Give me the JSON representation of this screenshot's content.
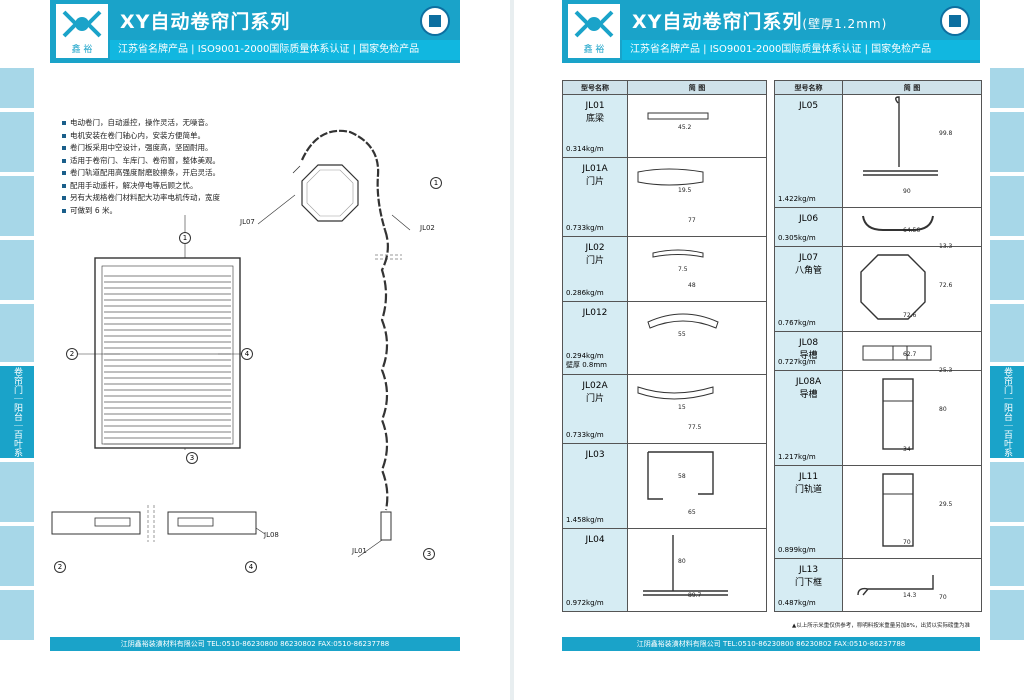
{
  "left_page": {
    "brand": {
      "logo_text": "鑫  裕"
    },
    "title": "XY自动卷帘门系列",
    "strip": "江苏省名牌产品  |  ISO9001-2000国际质量体系认证  |  国家免检产品",
    "bullets": [
      "电动卷门，自动遥控，操作灵活，无噪音。",
      "电机安装在卷门轴心内，安装方便简单。",
      "卷门板采用中空设计，强度高，坚固耐用。",
      "适用于卷帘门、车库门、卷帘窗，整体美观。",
      "卷门轨道配用高强度耐磨胶擦条，开启灵活。",
      "配用手动遥杆，解决停电等后顾之忧。",
      "另有大规格卷门材料配大功率电机传动，宽度",
      "可做到 6 米。"
    ],
    "diagram_labels": {
      "jl07": "JL07",
      "jl02": "JL02",
      "jl08": "JL08",
      "jl01": "JL01",
      "c1": "1",
      "c1b": "1",
      "c2": "2",
      "c2b": "2",
      "c3": "3",
      "c3b": "3",
      "c4": "4",
      "c4b": "4"
    },
    "footer": "江阴鑫裕装潢材料有限公司 TEL:0510-86230800  86230802  FAX:0510-86237788"
  },
  "right_page": {
    "brand": {
      "logo_text": "鑫  裕"
    },
    "title": "XY自动卷帘门系列",
    "title_sub": "(壁厚1.2mm)",
    "strip": "江苏省名牌产品  |  ISO9001-2000国际质量体系认证  |  国家免检产品",
    "table_headers": {
      "model": "型号名称",
      "figure": "简        图"
    },
    "left_table": [
      {
        "code": "JL01",
        "cn": "底梁",
        "weight": "0.314kg/m",
        "dims": [
          "45.2"
        ]
      },
      {
        "code": "JL01A",
        "cn": "门片",
        "weight": "0.733kg/m",
        "dims": [
          "19.5",
          "77"
        ]
      },
      {
        "code": "JL02",
        "cn": "门片",
        "weight": "0.286kg/m",
        "dims": [
          "7.5",
          "48"
        ]
      },
      {
        "code": "JL012",
        "cn": "",
        "weight": "0.294kg/m",
        "extra": "壁厚  0.8mm",
        "dims": [
          "55"
        ]
      },
      {
        "code": "JL02A",
        "cn": "门片",
        "weight": "0.733kg/m",
        "dims": [
          "15",
          "77.5"
        ]
      },
      {
        "code": "JL03",
        "cn": "",
        "weight": "1.458kg/m",
        "dims": [
          "58",
          "65"
        ]
      },
      {
        "code": "JL04",
        "cn": "",
        "weight": "0.972kg/m",
        "dims": [
          "80",
          "89.7"
        ]
      }
    ],
    "right_table": [
      {
        "code": "JL05",
        "cn": "",
        "weight": "1.422kg/m",
        "dims": [
          "99.8",
          "90"
        ]
      },
      {
        "code": "JL06",
        "cn": "",
        "weight": "0.305kg/m",
        "dims": [
          "13.3",
          "64.56"
        ]
      },
      {
        "code": "JL07",
        "cn": "八角管",
        "weight": "0.767kg/m",
        "dims": [
          "72.6",
          "72.6"
        ]
      },
      {
        "code": "JL08",
        "cn": "导槽",
        "weight": "0.727kg/m",
        "dims": [
          "25.3",
          "62.7"
        ]
      },
      {
        "code": "JL08A",
        "cn": "导槽",
        "weight": "1.217kg/m",
        "dims": [
          "80",
          "34"
        ]
      },
      {
        "code": "JL11",
        "cn": "门轨道",
        "weight": "0.899kg/m",
        "dims": [
          "29.5",
          "70"
        ]
      },
      {
        "code": "JL13",
        "cn": "门下框",
        "weight": "0.487kg/m",
        "dims": [
          "70",
          "14.3"
        ]
      }
    ],
    "note": "▲以上所示米重仅供参考，称明料按米重量另加8%，出货以实际磅重为准",
    "sidebar_label": "卷帘门｜阳台｜百叶系列",
    "footer": "江阴鑫裕装潢材料有限公司 TEL:0510-86230800  86230802  FAX:0510-86237788"
  },
  "colors": {
    "brand": "#1aa3c9",
    "strip": "#11b7e0",
    "sidebar": "#a7d7e8",
    "table_name_bg": "#d6ecf3"
  }
}
